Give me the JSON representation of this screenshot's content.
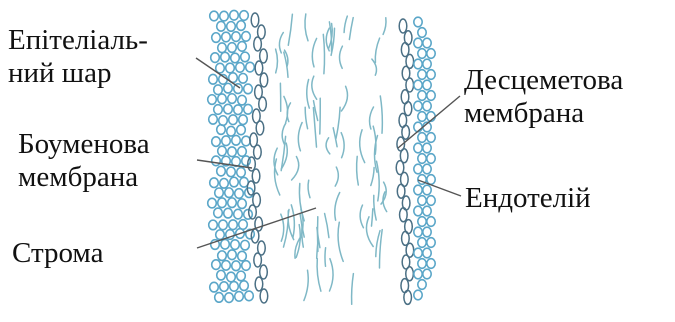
{
  "labels": {
    "epithelium": {
      "line1": "Епітеліаль-",
      "line2": "ний шар"
    },
    "bowman": {
      "line1": "Боуменова",
      "line2": "мембрана"
    },
    "stroma": "Строма",
    "descemet": {
      "line1": "Десцеметова",
      "line2": "мембрана"
    },
    "endothelium": "Ендотелій"
  },
  "colors": {
    "epithelium_cells": "#5aa6c8",
    "membrane_cells": "#4a6f84",
    "stroma_fibers": "#7fb8c6",
    "leader_lines": "#555555",
    "text": "#111111"
  }
}
